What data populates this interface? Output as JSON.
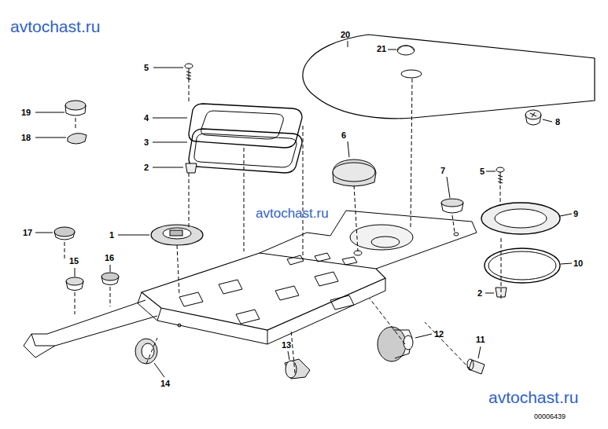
{
  "diagram": {
    "labels": [
      "avtochast.ru",
      "20",
      "5",
      "21",
      "8",
      "19",
      "4",
      "18",
      "3",
      "6",
      "2",
      "7",
      "5",
      "avtochast.ru",
      "9",
      "17",
      "1",
      "10",
      "15",
      "16",
      "2",
      "12",
      "11",
      "13",
      "14",
      "avtochast.ru",
      "00006439"
    ]
  }
}
